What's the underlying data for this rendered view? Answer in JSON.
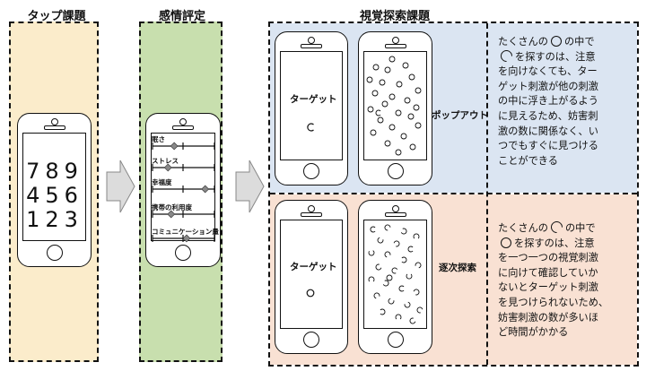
{
  "sections": {
    "tap_title": "タップ課題",
    "emotion_title": "感情評定",
    "visual_title": "視覚探索課題"
  },
  "keypad": {
    "row1": "789",
    "row2": "456",
    "row3": "123"
  },
  "emotion": {
    "scales": [
      {
        "label": "眠さ",
        "value": 0.35
      },
      {
        "label": "ストレス",
        "value": 0.25
      },
      {
        "label": "幸福度",
        "value": 0.85
      },
      {
        "label": "携帯の利用度",
        "value": 0.3
      },
      {
        "label": "コミュニケーション量",
        "value": 0.55
      }
    ]
  },
  "popout": {
    "target_label": "ターゲット",
    "condition_label": "ポップアウト",
    "desc": {
      "line1_a": "たくさんの",
      "line1_b": "の中で",
      "line2": "を探すのは、注意",
      "line3": "を向けなくても、ター",
      "line4": "ゲット刺激が他の刺激",
      "line5": "の中に浮き上がるよう",
      "line6": "に見えるため、妨害刺",
      "line7": "激の数に関係なく、い",
      "line8": "つでもすぐに見つける",
      "line9": "ことができる"
    }
  },
  "serial": {
    "target_label": "ターゲット",
    "condition_label": "逐次探索",
    "desc": {
      "line1_a": "たくさんの",
      "line1_b": "の中で",
      "line2": "を探すのは、注意",
      "line3": "を一つ一つの視覚刺激",
      "line4": "に向けて確認していか",
      "line5": "ないとターゲット刺激",
      "line6": "を見つけられないため、",
      "line7": "妨害刺激の数が多いほ",
      "line8": "ど時間がかかる"
    }
  },
  "colors": {
    "tap_bg": "#fbeccb",
    "emotion_bg": "#c8dfae",
    "popout_bg": "#dbe5f2",
    "serial_bg": "#f9e1d3",
    "arrow": "#dcdcdc"
  },
  "icons": [
    "chevron-right-arrow-icon",
    "target-circle-icon",
    "target-c-icon",
    "distractor-circle-icon",
    "distractor-c-icon"
  ]
}
